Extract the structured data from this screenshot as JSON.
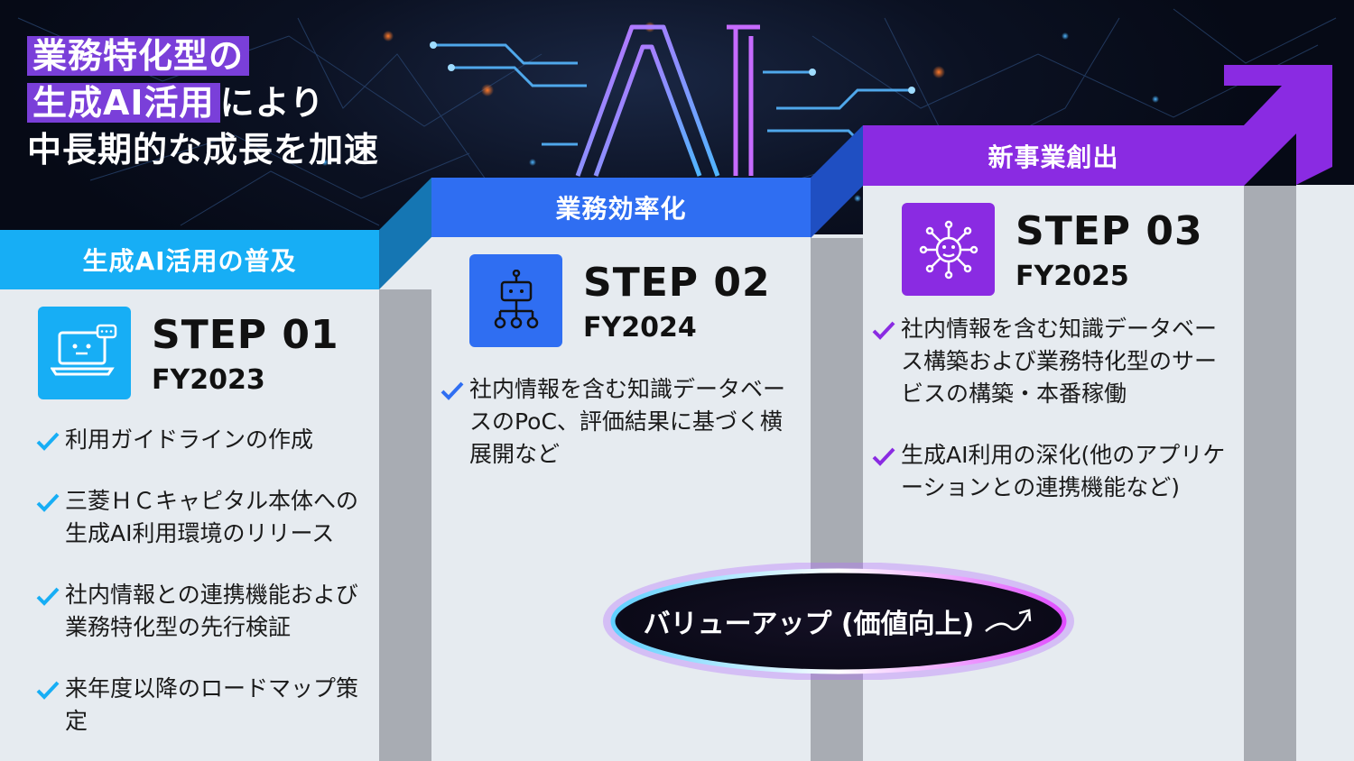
{
  "headline": {
    "line1": "業務特化型の",
    "line2_highlight": "生成AI活用",
    "line2_rest": "により",
    "line3": "中長期的な成長を加速"
  },
  "steps": [
    {
      "band": "生成AI活用の普及",
      "title": "STEP 01",
      "year": "FY2023",
      "icon": "laptop-chat-icon",
      "color": "#17aef5",
      "bullets": [
        "利用ガイドラインの作成",
        "三菱ＨＣキャピタル本体への生成AI利用環境のリリース",
        "社内情報との連携機能および業務特化型の先行検証",
        "来年度以降のロードマップ策定"
      ]
    },
    {
      "band": "業務効率化",
      "title": "STEP 02",
      "year": "FY2024",
      "icon": "robot-network-icon",
      "color": "#2f6ef2",
      "bullets": [
        "社内情報を含む知識データベースのPoC、評価結果に基づく横展開など"
      ]
    },
    {
      "band": "新事業創出",
      "title": "STEP 03",
      "year": "FY2025",
      "icon": "ai-virus-network-icon",
      "color": "#8a2be2",
      "bullets": [
        "社内情報を含む知識データベース構築および業務特化型のサービスの構築・本番稼働",
        "生成AI利用の深化(他のアプリケーションとの連携機能など)"
      ]
    }
  ],
  "value_badge": {
    "text": "バリューアップ (価値向上)",
    "icon": "curved-arrow-up-right-icon"
  },
  "colors": {
    "step1": "#17aef5",
    "step2": "#2f6ef2",
    "step3": "#8a2be2",
    "highlight": "#7a3fd9"
  }
}
